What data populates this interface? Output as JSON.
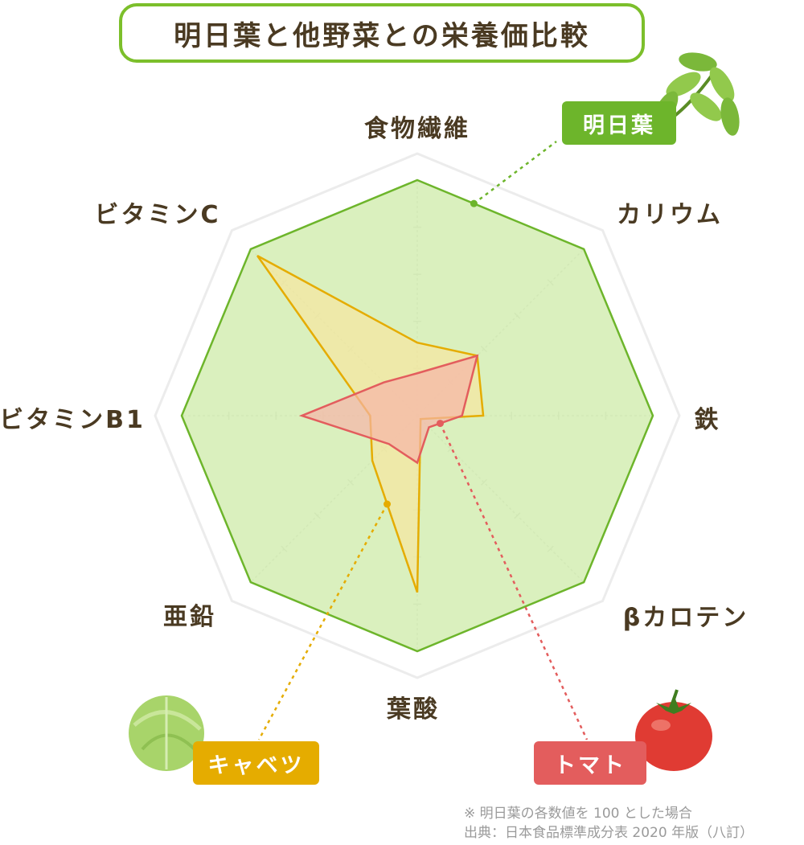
{
  "title": "明日葉と他野菜との栄養価比較",
  "colors": {
    "ashitaba": "#6db52b",
    "ashitaba_fill": "#cdeba8",
    "cabbage": "#e5ac00",
    "cabbage_fill": "#fbe59b",
    "tomato": "#e35d5d",
    "tomato_fill": "#f6b3a8",
    "text": "#4a3a22",
    "grid": "#dedede"
  },
  "chart_data": {
    "type": "radar",
    "axes": [
      "食物繊維",
      "カリウム",
      "鉄",
      "βカロテン",
      "葉酸",
      "亜鉛",
      "ビタミンB1",
      "ビタミンC"
    ],
    "rlim": [
      0,
      100
    ],
    "series": [
      {
        "name": "明日葉",
        "values": [
          100,
          100,
          100,
          100,
          100,
          100,
          100,
          100
        ]
      },
      {
        "name": "キャベツ",
        "values": [
          31,
          36,
          28,
          2,
          75,
          27,
          20,
          96
        ]
      },
      {
        "name": "トマト",
        "values": [
          18,
          36,
          19,
          7,
          20,
          17,
          49,
          20
        ]
      }
    ]
  },
  "legend": {
    "ashitaba": "明日葉",
    "cabbage": "キャベツ",
    "tomato": "トマト"
  },
  "icons": {
    "ashitaba": "ashitaba-leaf-icon",
    "cabbage": "cabbage-icon",
    "tomato": "tomato-icon"
  },
  "notes": [
    "※ 明日葉の各数値を 100 とした場合",
    "出典：日本食品標準成分表 2020 年版（八訂）"
  ]
}
